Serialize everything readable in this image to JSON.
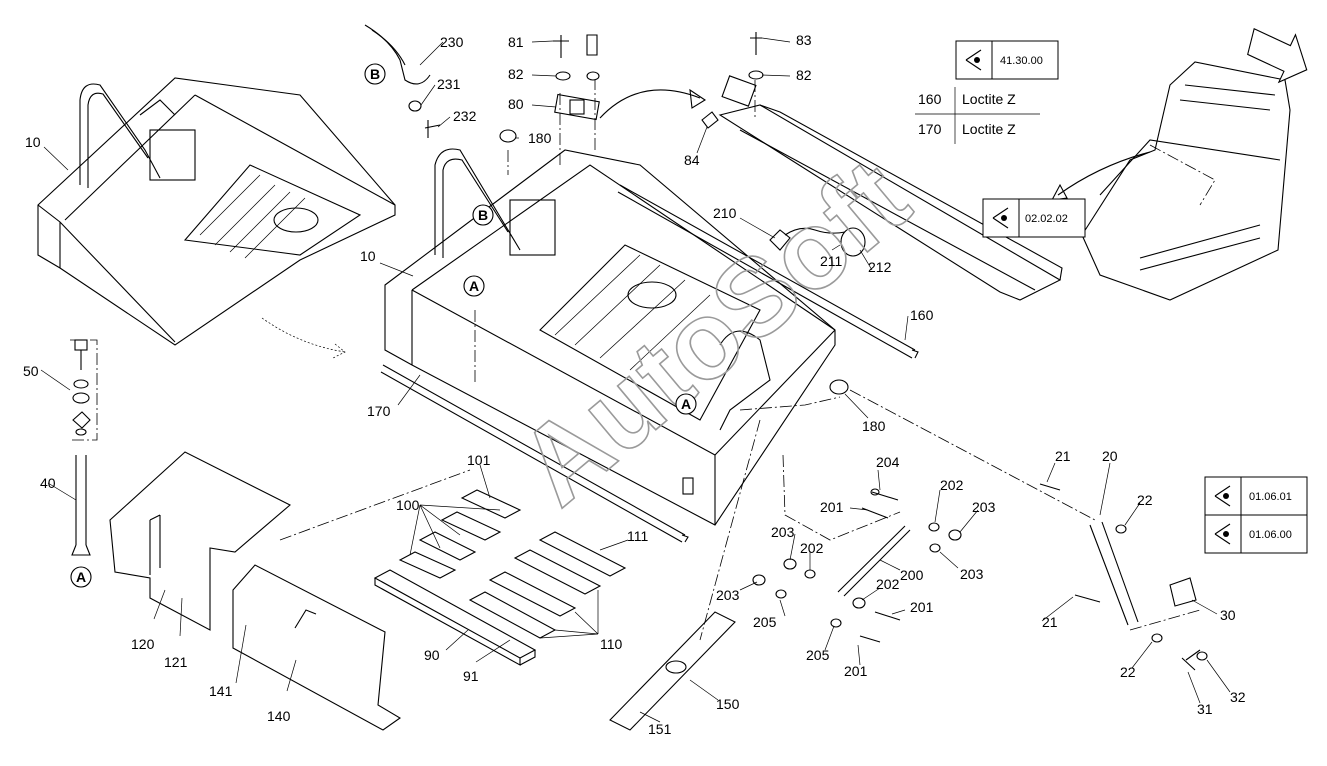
{
  "callouts": {
    "c10a": "10",
    "c10b": "10",
    "c20": "20",
    "c21a": "21",
    "c21b": "21",
    "c22a": "22",
    "c22b": "22",
    "c30": "30",
    "c31": "31",
    "c32": "32",
    "c40": "40",
    "c50": "50",
    "c80": "80",
    "c81": "81",
    "c82a": "82",
    "c82b": "82",
    "c83": "83",
    "c84": "84",
    "c90": "90",
    "c91": "91",
    "c100": "100",
    "c101": "101",
    "c110": "110",
    "c111": "111",
    "c120": "120",
    "c121": "121",
    "c140": "140",
    "c141": "141",
    "c150": "150",
    "c151": "151",
    "c160": "160",
    "c170": "170",
    "c180a": "180",
    "c180b": "180",
    "c200": "200",
    "c201a": "201",
    "c201b": "201",
    "c201c": "201",
    "c202a": "202",
    "c202b": "202",
    "c202c": "202",
    "c203a": "203",
    "c203b": "203",
    "c203c": "203",
    "c203d": "203",
    "c204": "204",
    "c205a": "205",
    "c205b": "205",
    "c210": "210",
    "c211": "211",
    "c212": "212",
    "c230": "230",
    "c231": "231",
    "c232": "232"
  },
  "markers": {
    "a1": "A",
    "a2": "A",
    "a3": "A",
    "b1": "B",
    "b2": "B"
  },
  "references": {
    "ref_41_30_00": "41.30.00",
    "ref_02_02_02": "02.02.02",
    "ref_01_06_01": "01.06.01",
    "ref_01_06_00": "01.06.00"
  },
  "notes_table": [
    {
      "pos": "160",
      "text": "Loctite Z"
    },
    {
      "pos": "170",
      "text": "Loctite Z"
    }
  ],
  "icons": [
    "eye-icon",
    "arrow-icon"
  ],
  "colors": {
    "line": "#000000",
    "watermark": "#9a9a9a",
    "background": "#ffffff"
  }
}
